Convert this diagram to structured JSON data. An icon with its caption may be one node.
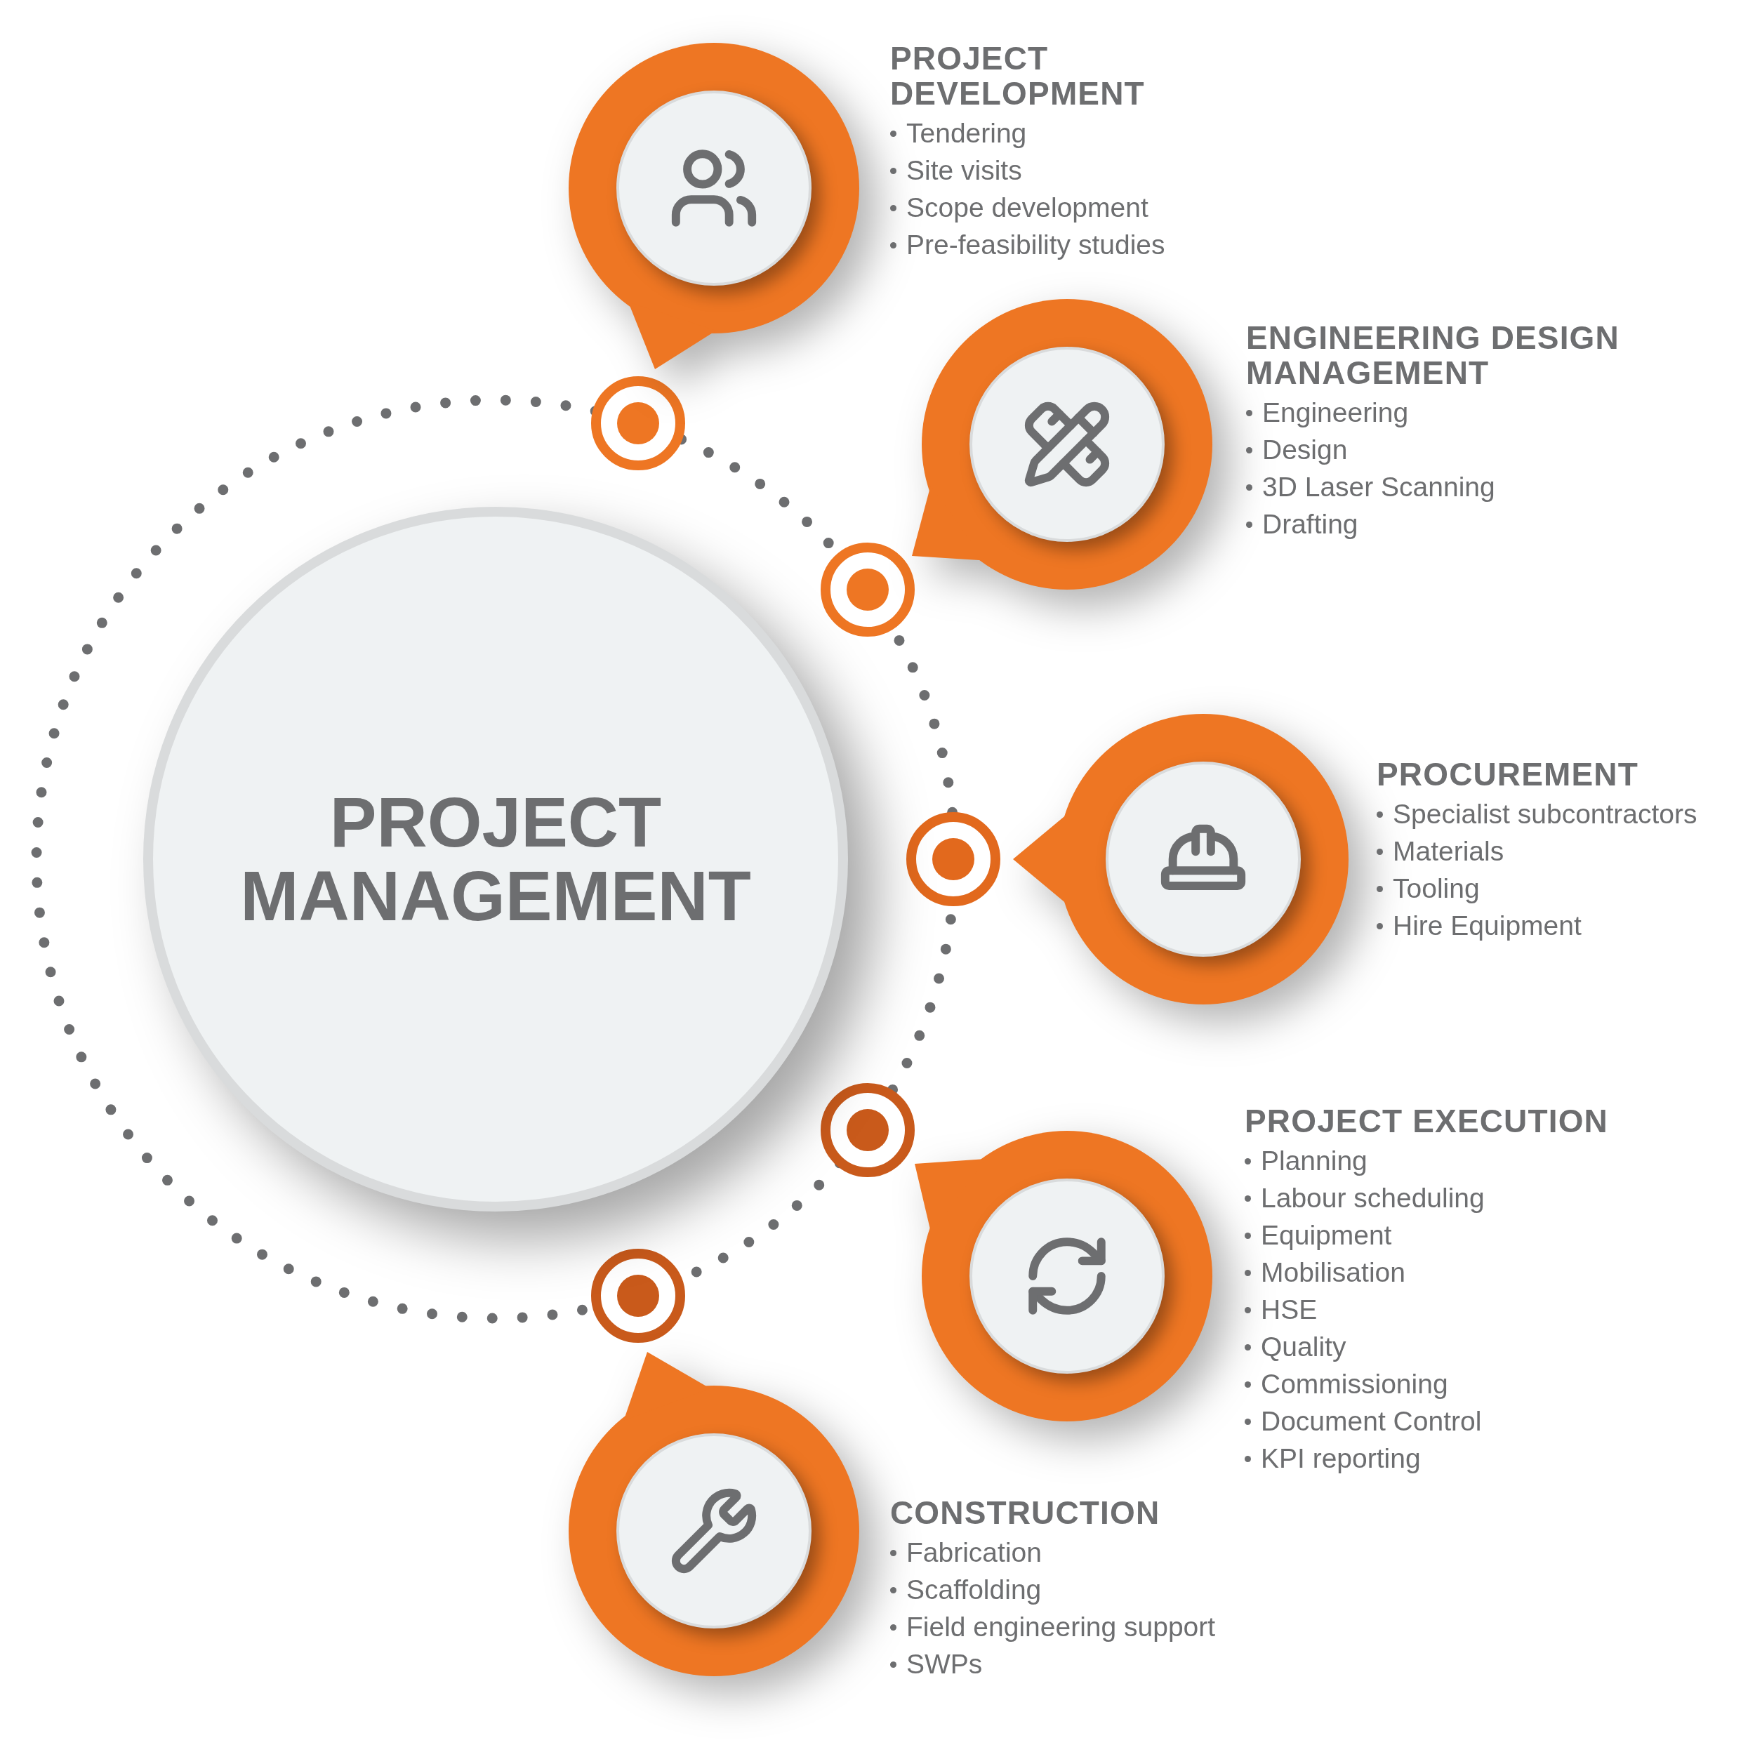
{
  "diagram": {
    "nodes": [
      {
        "text": [
          "PROJECT MANAGEMENT"
        ]
      },
      {
        "text": [
          "PROJECT DEVELOPMENT",
          "Tendering",
          "Site visits",
          "Scope development",
          "Pre-feasibility studies"
        ]
      },
      {
        "text": [
          "ENGINEERING DESIGN MANAGEMENT",
          "Engineering",
          "Design",
          "3D Laser Scanning",
          "Drafting"
        ]
      },
      {
        "text": [
          "PROCUREMENT",
          "Specialist subcontractors",
          "Materials",
          "Tooling",
          "Hire Equipment"
        ]
      },
      {
        "text": [
          "PROJECT EXECUTION",
          "Planning",
          "Labour scheduling",
          "Equipment",
          "Mobilisation",
          "HSE",
          "Quality",
          "Commissioning",
          "Document Control",
          "KPI reporting"
        ]
      },
      {
        "text": [
          "CONSTRUCTION",
          "Fabrication",
          "Scaffolding",
          "Field engineering support",
          "SWPs"
        ]
      }
    ]
  }
}
